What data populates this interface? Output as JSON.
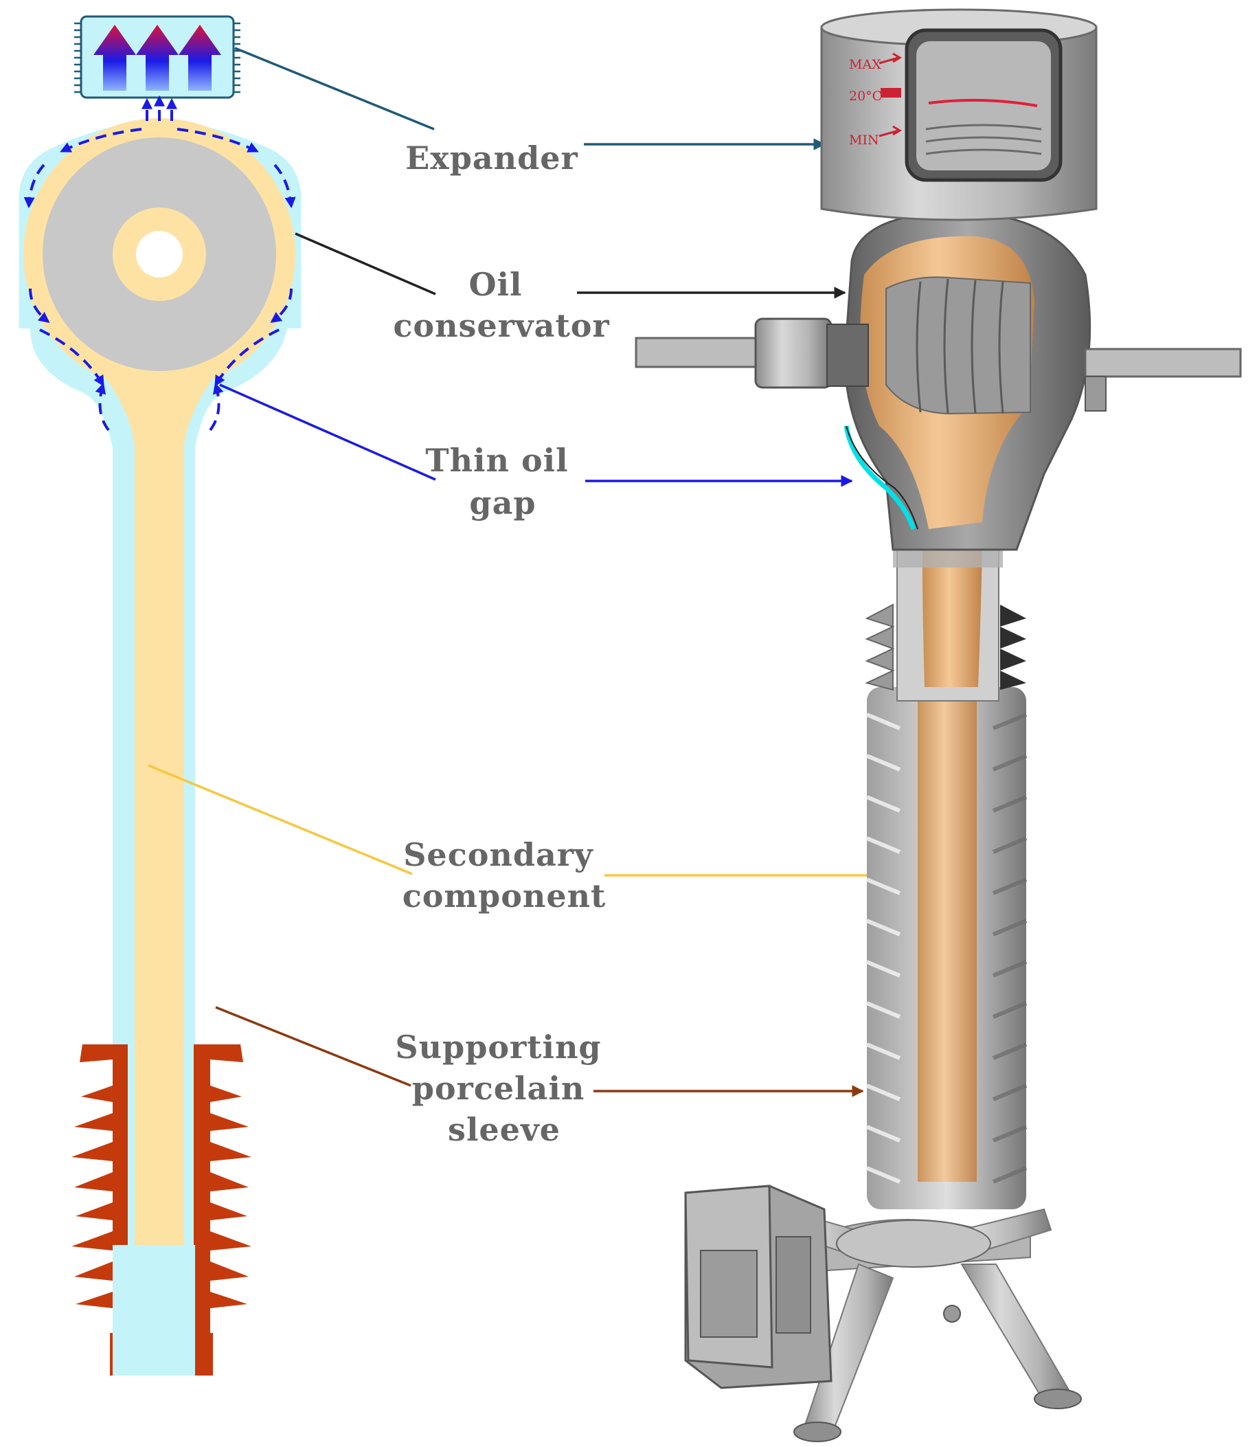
{
  "labels": {
    "expander": [
      "Expander"
    ],
    "oil_conservator": [
      "Oil",
      "conservator"
    ],
    "thin_oil_gap": [
      "Thin oil",
      "gap"
    ],
    "secondary_component": [
      "Secondary",
      "component"
    ],
    "supporting_porcelain_sleeve": [
      "Supporting",
      "porcelain",
      "sleeve"
    ]
  },
  "gauge": {
    "max": "MAX",
    "mid": "20°C",
    "min": "MIN"
  },
  "colors": {
    "expander": "#1f5a78",
    "oil_conservator": "#222222",
    "thin_oil_gap": "#1a1ae6",
    "secondary_component": "#f5c842",
    "supporting_porcelain_sleeve": "#8b3a0e",
    "oil": "#c4f4fa",
    "insulation": "#fde2a4",
    "core": "#c8c8c8",
    "porcelain": "#c43a0c",
    "label_text": "#666666"
  }
}
